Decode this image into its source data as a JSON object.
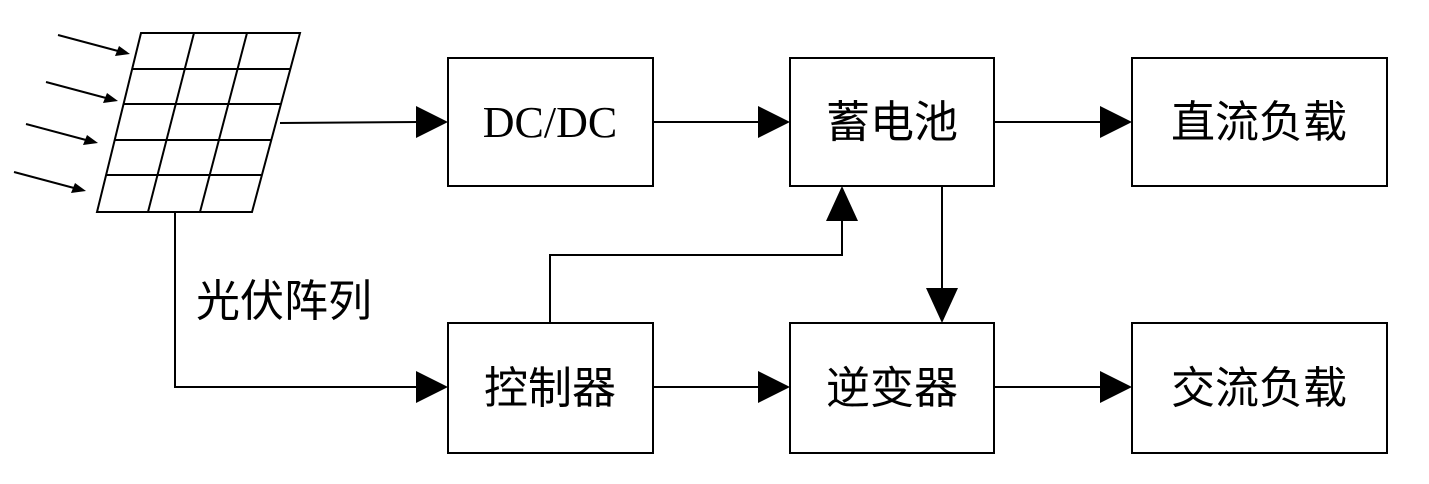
{
  "blocks": {
    "dcdc": "DC/DC",
    "battery": "蓄电池",
    "dc_load": "直流负载",
    "controller": "控制器",
    "inverter": "逆变器",
    "ac_load": "交流负载"
  },
  "pv_array_label": "光伏阵列",
  "colors": {
    "line": "#000000",
    "background": "#ffffff"
  }
}
